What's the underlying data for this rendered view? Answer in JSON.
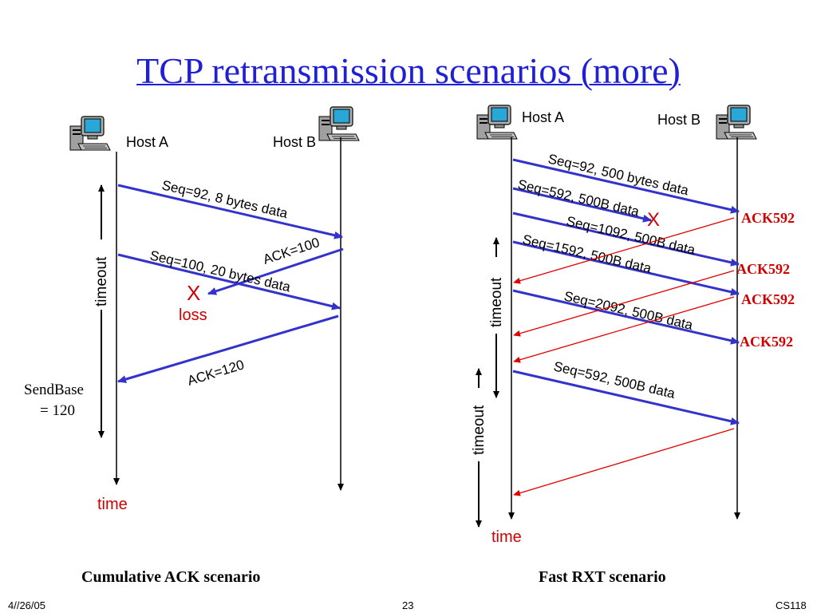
{
  "title": "TCP retransmission scenarios (more)",
  "left": {
    "host_a": "Host A",
    "host_b": "Host B",
    "msg1": "Seq=92, 8 bytes data",
    "ack1": "ACK=100",
    "msg2": "Seq=100, 20 bytes data",
    "loss_mark": "X",
    "loss": "loss",
    "ack2": "ACK=120",
    "timeout": "timeout",
    "sendbase_line1": "SendBase",
    "sendbase_line2": "= 120",
    "time": "time",
    "caption": "Cumulative ACK scenario"
  },
  "right": {
    "host_a": "Host A",
    "host_b": "Host B",
    "msg1": "Seq=92, 500 bytes data",
    "msg2": "Seq=592, 500B data",
    "loss_mark": "X",
    "msg3": "Seq=1092, 500B data",
    "msg4": "Seq=1592, 500B data",
    "msg5": "Seq=2092, 500B data",
    "msg6": "Seq=592, 500B data",
    "ack1": "ACK592",
    "ack2": "ACK592",
    "ack3": "ACK592",
    "ack4": "ACK592",
    "timeout1": "timeout",
    "timeout2": "timeout",
    "time": "time",
    "caption": "Fast RXT scenario"
  },
  "footer": {
    "date": "4//26/05",
    "page": "23",
    "course": "CS118"
  },
  "colors": {
    "title": "#1f1fd6",
    "data_arrow": "#3333cc",
    "ack_arrow": "#e00000",
    "loss": "#d00000"
  }
}
